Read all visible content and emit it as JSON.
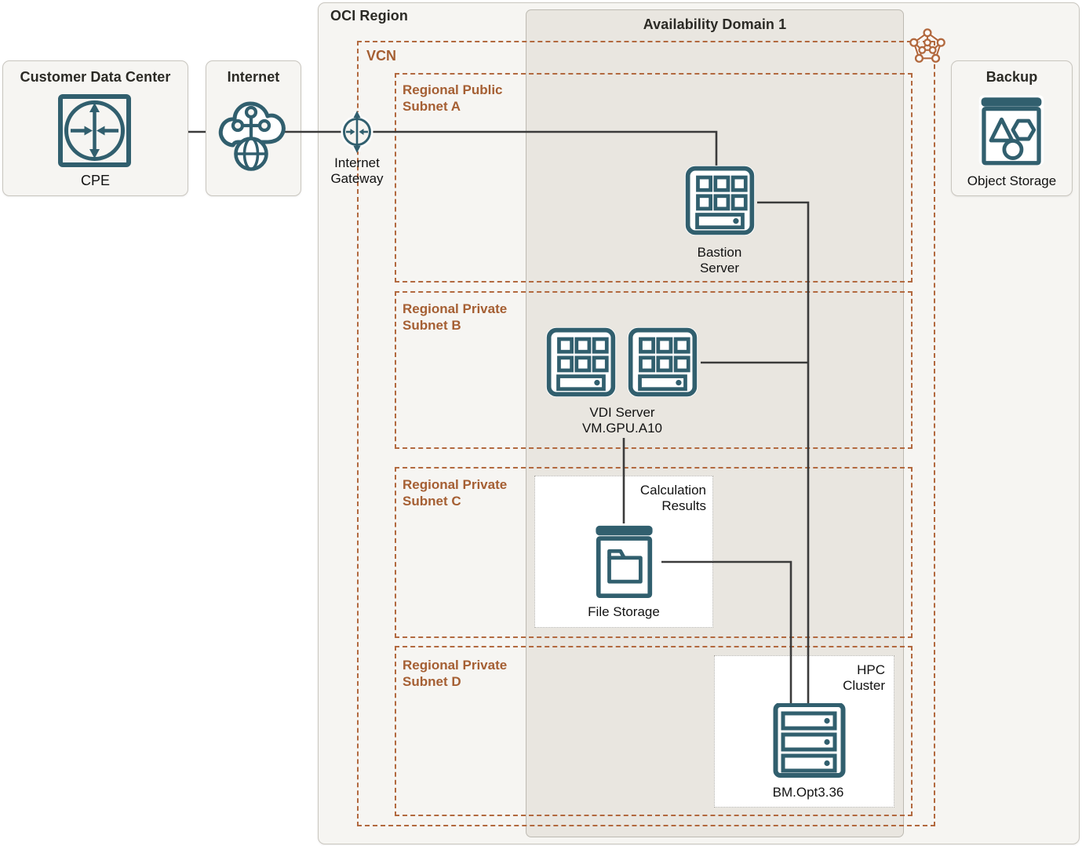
{
  "region": {
    "title": "OCI Region"
  },
  "availability_domain": {
    "title": "Availability Domain 1"
  },
  "vcn": {
    "title": "VCN"
  },
  "subnets": [
    {
      "label": "Regional Public Subnet A"
    },
    {
      "label": "Regional Private Subnet B"
    },
    {
      "label": "Regional Private Subnet C"
    },
    {
      "label": "Regional Private Subnet D"
    }
  ],
  "external": {
    "customer_dc": {
      "title": "Customer Data Center",
      "node_label": "CPE"
    },
    "internet": {
      "title": "Internet"
    },
    "backup": {
      "title": "Backup",
      "node_label": "Object Storage"
    }
  },
  "nodes": {
    "internet_gateway": {
      "label": "Internet Gateway"
    },
    "bastion": {
      "label": "Bastion Server"
    },
    "vdi": {
      "label": "VDI Server VM.GPU.A10"
    },
    "file_storage": {
      "label": "File Storage",
      "annotation": "Calculation Results"
    },
    "hpc_cluster": {
      "title": "HPC Cluster",
      "node_label": "BM.Opt3.36"
    },
    "object_storage": {
      "label": "Object Storage"
    }
  },
  "icons": {
    "cpe": "router-crossed-arrows-icon",
    "internet": "cloud-network-globe-icon",
    "internet_gateway": "circle-arrows-gateway-icon",
    "vcn": "pentagon-network-icon",
    "compute_vm": "vm-grid-server-icon",
    "file_storage": "window-folder-icon",
    "object_storage": "window-shapes-icon",
    "hpc_server": "server-rack-icon"
  },
  "colors": {
    "icon_teal": "#315F6E",
    "dashed_brown": "#B2693F",
    "subnet_label_brown": "#A55F33",
    "connector_dark": "#3B3B3B",
    "region_fill": "#F6F5F2",
    "availability_domain_fill": "#E9E6E0"
  }
}
